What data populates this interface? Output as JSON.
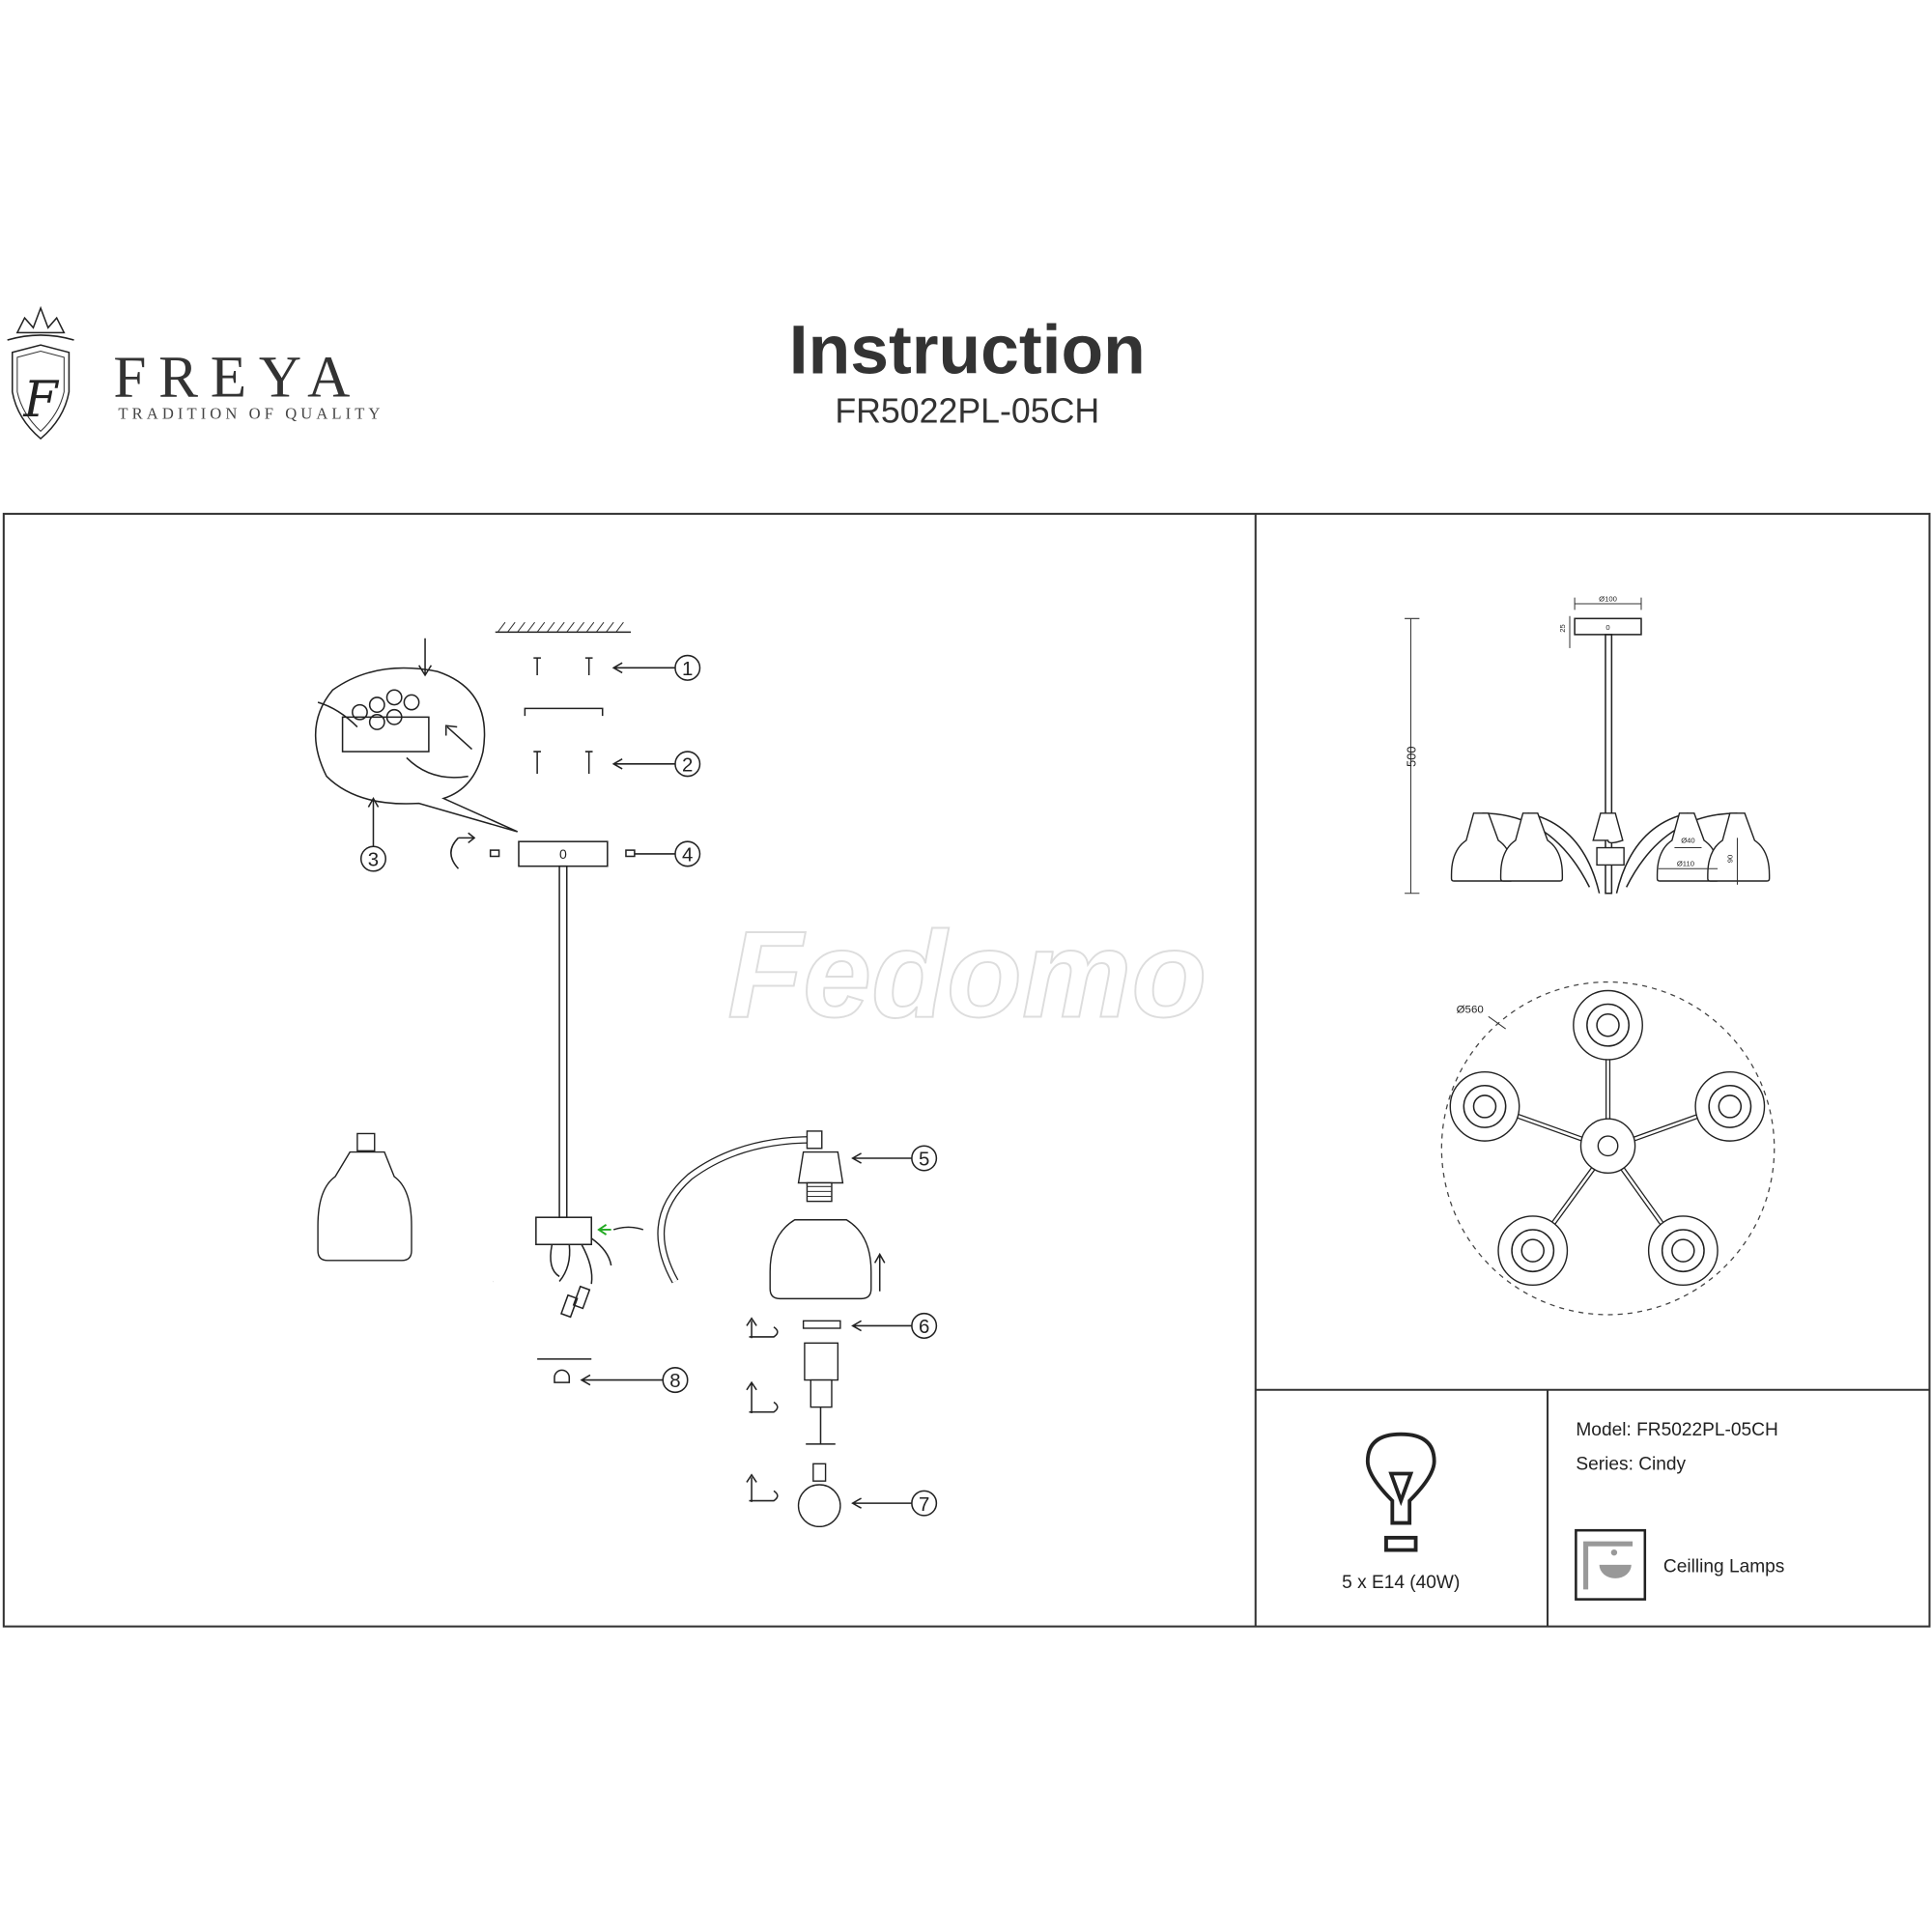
{
  "brand": {
    "name": "FREYA",
    "tagline": "TRADITION OF QUALITY",
    "monogram": "F"
  },
  "header": {
    "title": "Instruction",
    "model_code": "FR5022PL-05CH"
  },
  "watermark": "Fedomo",
  "assembly": {
    "callouts": [
      "1",
      "2",
      "3",
      "4",
      "5",
      "6",
      "7",
      "8"
    ],
    "canopy_label": "0"
  },
  "dimensions": {
    "canopy_diameter": "Ø100",
    "canopy_height": "25",
    "total_height": "500",
    "socket_diameter": "Ø40",
    "shade_diameter": "Ø110",
    "shade_height": "90",
    "canopy_label": "0",
    "span_diameter": "Ø560"
  },
  "specs": {
    "bulb": "5 x E14 (40W)",
    "model": "Model: FR5022PL-05CH",
    "series": "Series: Cindy",
    "category": "Ceilling Lamps"
  },
  "icons": [
    "crown-shield-logo-icon",
    "bulb-icon",
    "ceiling-lamp-icon"
  ]
}
